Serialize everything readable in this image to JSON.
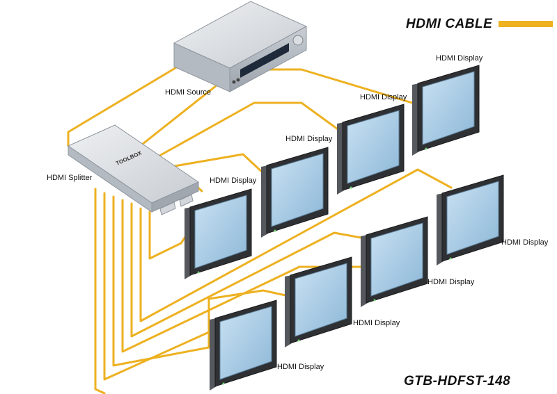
{
  "legend": {
    "cable_label": "HDMI CABLE",
    "cable_color": "#EDB121"
  },
  "model": "GTB-HDFST-148",
  "source": {
    "label": "HDMI Source"
  },
  "splitter": {
    "label": "HDMI Splitter",
    "brand": "TOOLBOX"
  },
  "displays": [
    {
      "label": "HDMI Display"
    },
    {
      "label": "HDMI Display"
    },
    {
      "label": "HDMI Display"
    },
    {
      "label": "HDMI Display"
    },
    {
      "label": "HDMI Display"
    },
    {
      "label": "HDMI Display"
    },
    {
      "label": "HDMI Display"
    },
    {
      "label": "HDMI Display"
    }
  ],
  "colors": {
    "cable": "#EDB121",
    "device_body": "#D9DDE2",
    "device_shade": "#A9AFB7",
    "screen": "#A8CCE6",
    "bezel": "#2E3033"
  }
}
